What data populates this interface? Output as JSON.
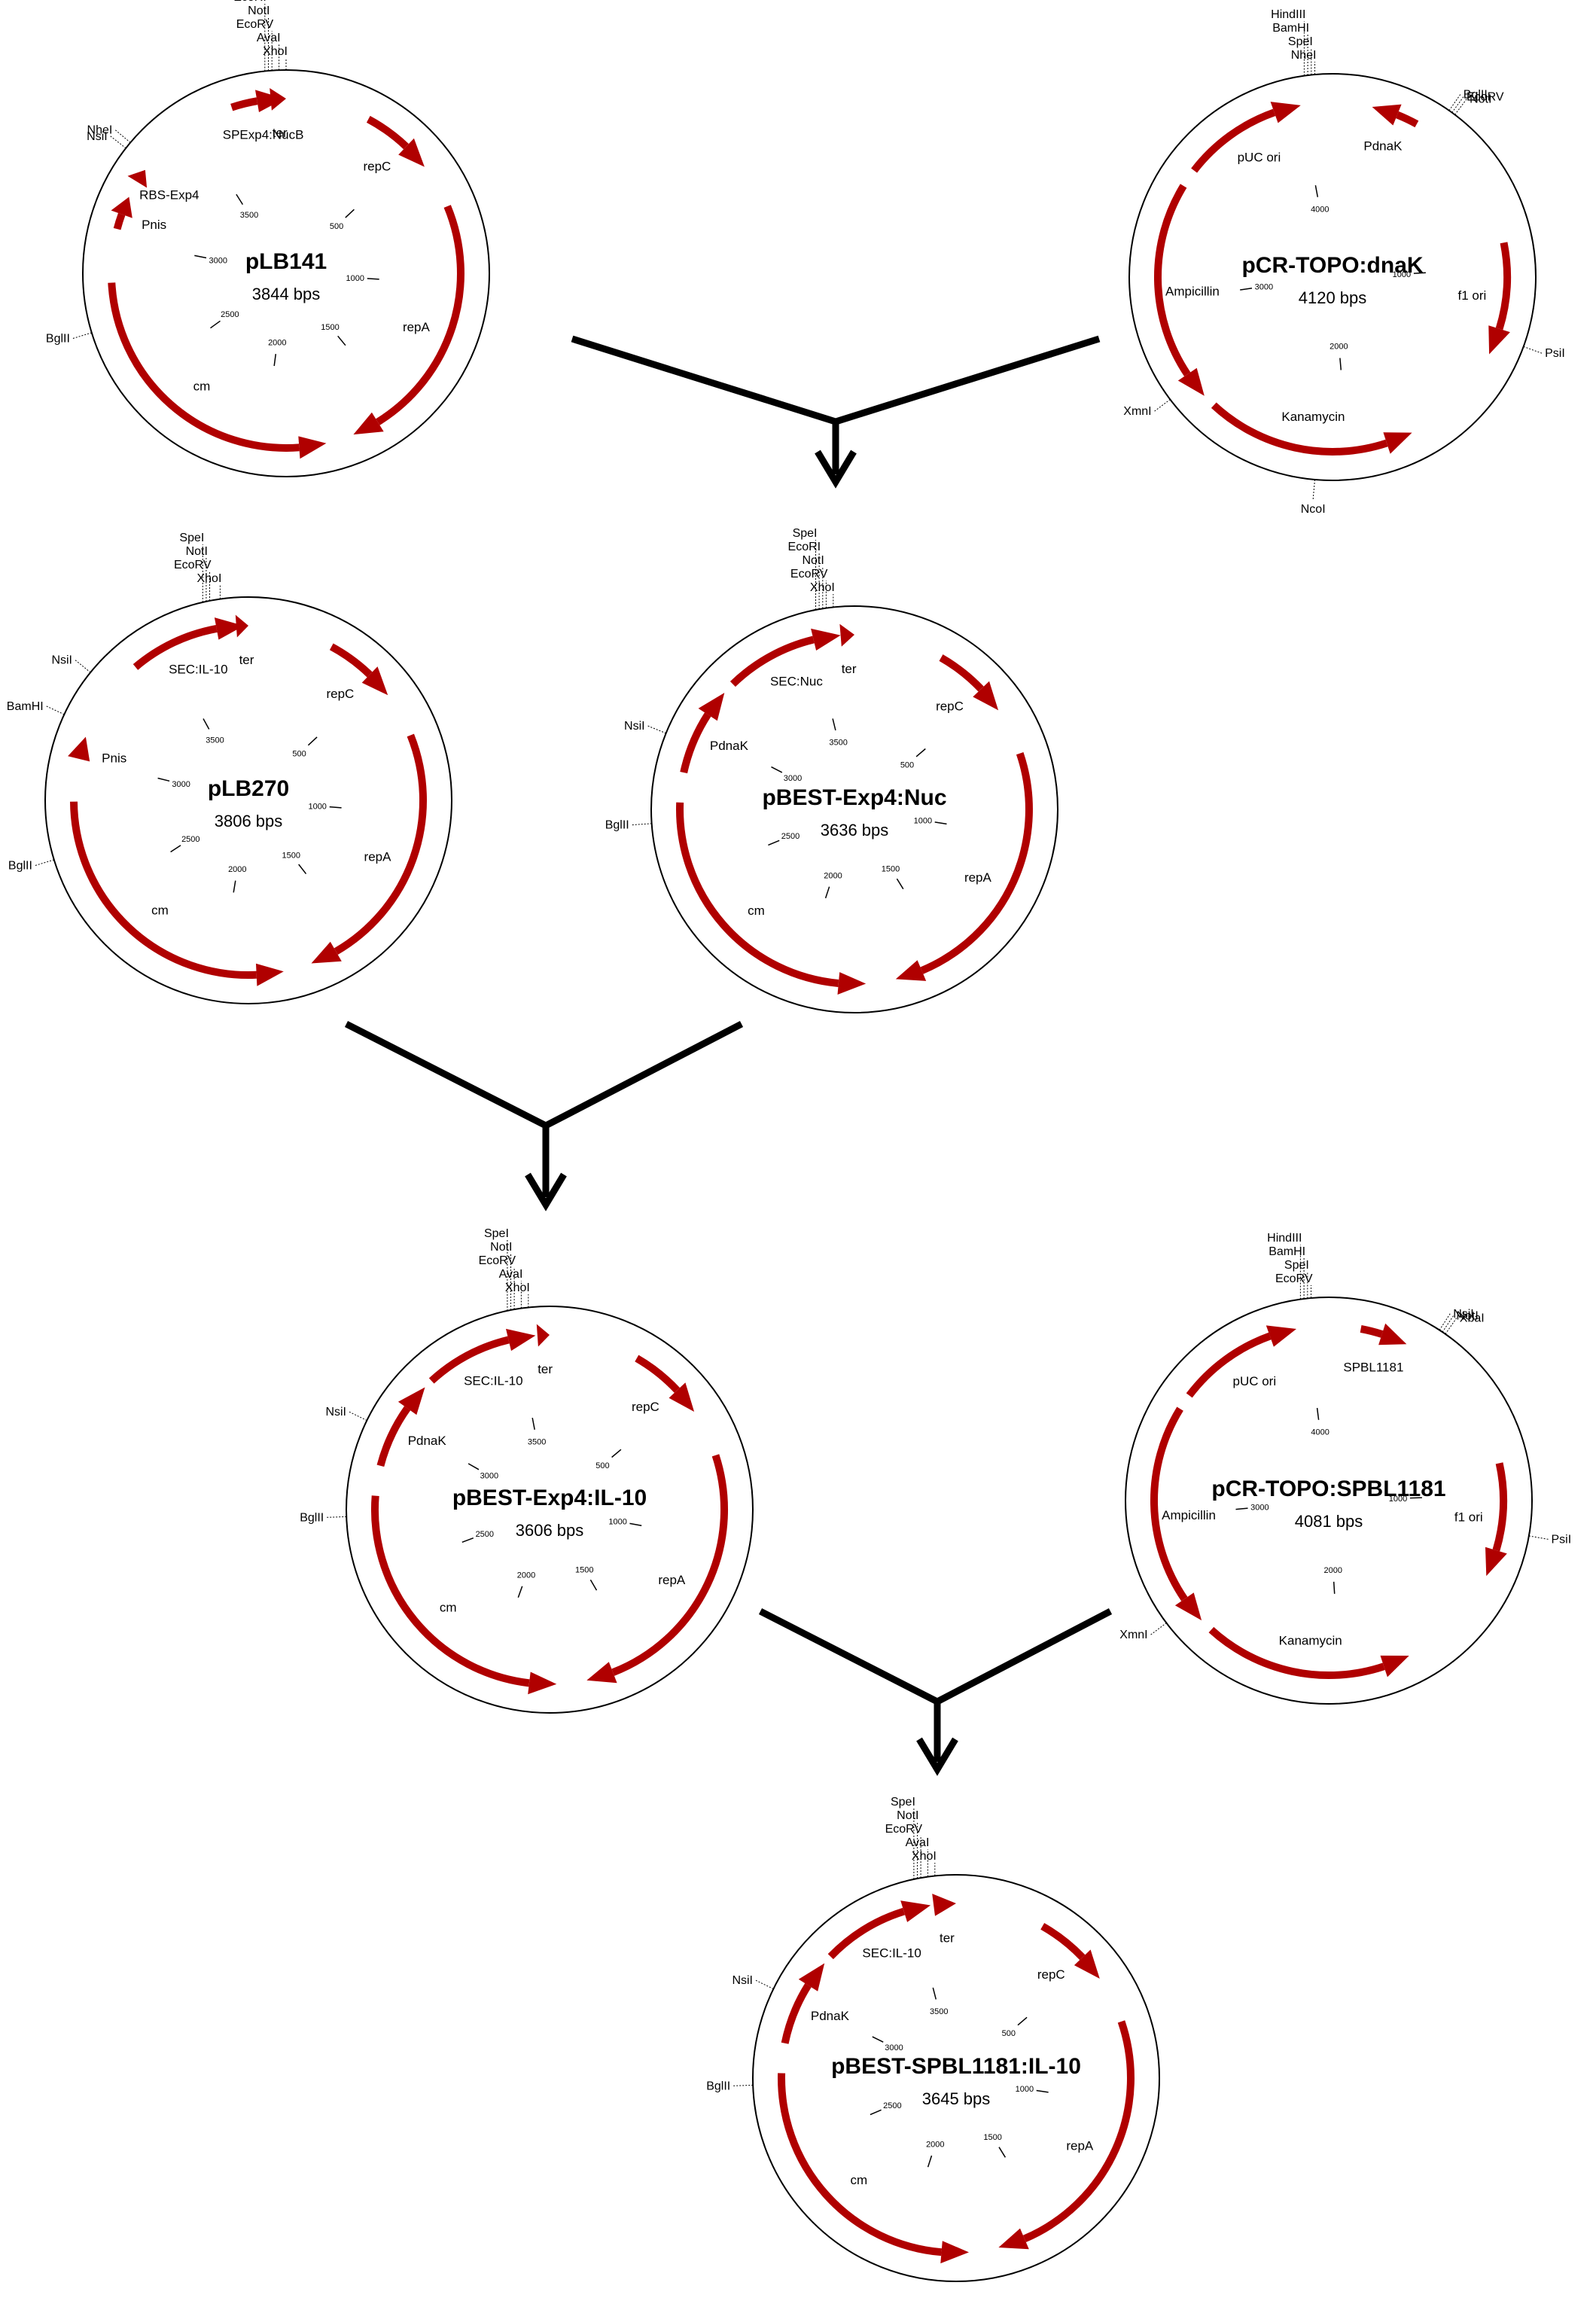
{
  "diagram_title": "",
  "plasmids": [
    {
      "id": "pLB141",
      "name": "pLB141",
      "size": "3844 bps",
      "length": 3844,
      "features": [
        {
          "label": "SPExp4:NucB",
          "start": 3650,
          "end": 3838,
          "dir": 1
        },
        {
          "label": "ter",
          "start": 3790,
          "end": 3844,
          "dir": 1
        },
        {
          "label": "repC",
          "start": 300,
          "end": 560,
          "dir": 1
        },
        {
          "label": "repA",
          "start": 720,
          "end": 1680,
          "dir": 1
        },
        {
          "label": "cm",
          "start": 1780,
          "end": 2850,
          "dir": -1
        },
        {
          "label": "Pnis",
          "start": 3040,
          "end": 3160,
          "dir": 1
        },
        {
          "label": "RBS-Exp4",
          "start": 3220,
          "end": 3270,
          "dir": 1
        }
      ],
      "ticks": [
        "500",
        "1000",
        "1500",
        "2000",
        "2500",
        "3000",
        "3500"
      ],
      "sites": [
        "EcoRI",
        "NotI",
        "EcoRV",
        "AvaI",
        "XhoI",
        "NsiI",
        "NheI",
        "BglII"
      ]
    },
    {
      "id": "pCR-TOPO:dnaK",
      "name": "pCR-TOPO:dnaK",
      "size": "4120 bps",
      "length": 4120,
      "features": [
        {
          "label": "PdnaK",
          "start": 150,
          "end": 330,
          "dir": -1
        },
        {
          "label": "f1 ori",
          "start": 900,
          "end": 1330,
          "dir": 1
        },
        {
          "label": "Kanamycin",
          "start": 1750,
          "end": 2550,
          "dir": -1
        },
        {
          "label": "Ampicillin",
          "start": 2600,
          "end": 3450,
          "dir": -1
        },
        {
          "label": "pUC ori",
          "start": 3520,
          "end": 4000,
          "dir": 1
        }
      ],
      "ticks": [
        "1000",
        "2000",
        "3000",
        "4000"
      ],
      "sites": [
        "HindIII",
        "BamHI",
        "SpeI",
        "NheI",
        "BglII",
        "EcoRV",
        "NotI",
        "PsiI",
        "NcoI",
        "XmnI"
      ]
    },
    {
      "id": "pLB270",
      "name": "pLB270",
      "size": "3806 bps",
      "length": 3806,
      "features": [
        {
          "label": "SEC:IL-10",
          "start": 3380,
          "end": 3790,
          "dir": 1
        },
        {
          "label": "ter",
          "start": 3790,
          "end": 3806,
          "dir": 1
        },
        {
          "label": "repC",
          "start": 300,
          "end": 560,
          "dir": 1
        },
        {
          "label": "repA",
          "start": 720,
          "end": 1680,
          "dir": 1
        },
        {
          "label": "cm",
          "start": 1780,
          "end": 2850,
          "dir": -1
        },
        {
          "label": "Pnis",
          "start": 3000,
          "end": 3080,
          "dir": 1
        }
      ],
      "ticks": [
        "500",
        "1000",
        "1500",
        "2000",
        "2500",
        "3000",
        "3500"
      ],
      "sites": [
        "SpeI",
        "NotI",
        "EcoRV",
        "XhoI",
        "NsiI",
        "BamHI",
        "BglII"
      ]
    },
    {
      "id": "pBEST-Exp4:Nuc",
      "name": "pBEST-Exp4:Nuc",
      "size": "3636 bps",
      "length": 3636,
      "features": [
        {
          "label": "SEC:Nuc",
          "start": 3190,
          "end": 3590,
          "dir": 1
        },
        {
          "label": "ter",
          "start": 3590,
          "end": 3636,
          "dir": 1
        },
        {
          "label": "repC",
          "start": 300,
          "end": 560,
          "dir": 1
        },
        {
          "label": "repA",
          "start": 720,
          "end": 1680,
          "dir": 1
        },
        {
          "label": "cm",
          "start": 1780,
          "end": 2750,
          "dir": -1
        },
        {
          "label": "PdnaK",
          "start": 2850,
          "end": 3150,
          "dir": 1
        }
      ],
      "ticks": [
        "500",
        "1000",
        "1500",
        "2000",
        "2500",
        "3000",
        "3500"
      ],
      "sites": [
        "SpeI",
        "EcoRI",
        "NotI",
        "EcoRV",
        "XhoI",
        "NsiI",
        "BglII"
      ]
    },
    {
      "id": "pBEST-Exp4:IL-10",
      "name": "pBEST-Exp4:IL-10",
      "size": "3606 bps",
      "length": 3606,
      "features": [
        {
          "label": "SEC:IL-10",
          "start": 3180,
          "end": 3560,
          "dir": 1
        },
        {
          "label": "ter",
          "start": 3570,
          "end": 3606,
          "dir": 1
        },
        {
          "label": "repC",
          "start": 300,
          "end": 560,
          "dir": 1
        },
        {
          "label": "repA",
          "start": 720,
          "end": 1680,
          "dir": 1
        },
        {
          "label": "cm",
          "start": 1780,
          "end": 2750,
          "dir": -1
        },
        {
          "label": "PdnaK",
          "start": 2850,
          "end": 3150,
          "dir": 1
        }
      ],
      "ticks": [
        "500",
        "1000",
        "1500",
        "2000",
        "2500",
        "3000",
        "3500"
      ],
      "sites": [
        "SpeI",
        "NotI",
        "EcoRV",
        "AvaI",
        "XhoI",
        "NsiI",
        "BglII"
      ]
    },
    {
      "id": "pCR-TOPO:SPBL1181",
      "name": "pCR-TOPO:SPBL1181",
      "size": "4081 bps",
      "length": 4081,
      "features": [
        {
          "label": "SPBL1181",
          "start": 120,
          "end": 300,
          "dir": 1
        },
        {
          "label": "f1 ori",
          "start": 880,
          "end": 1310,
          "dir": 1
        },
        {
          "label": "Kanamycin",
          "start": 1730,
          "end": 2520,
          "dir": -1
        },
        {
          "label": "Ampicillin",
          "start": 2570,
          "end": 3420,
          "dir": -1
        },
        {
          "label": "pUC ori",
          "start": 3480,
          "end": 3960,
          "dir": 1
        }
      ],
      "ticks": [
        "1000",
        "2000",
        "3000",
        "4000"
      ],
      "sites": [
        "HindIII",
        "BamHI",
        "SpeI",
        "EcoRV",
        "NsiI",
        "NotI",
        "XbaI",
        "PsiI",
        "XmnI"
      ]
    },
    {
      "id": "pBEST-SPBL1181:IL-10",
      "name": "pBEST-SPBL1181:IL-10",
      "size": "3645 bps",
      "length": 3645,
      "features": [
        {
          "label": "SEC:IL-10",
          "start": 3180,
          "end": 3560,
          "dir": 1
        },
        {
          "label": "ter",
          "start": 3570,
          "end": 3645,
          "dir": 1
        },
        {
          "label": "repC",
          "start": 300,
          "end": 560,
          "dir": 1
        },
        {
          "label": "repA",
          "start": 720,
          "end": 1680,
          "dir": 1
        },
        {
          "label": "cm",
          "start": 1780,
          "end": 2750,
          "dir": -1
        },
        {
          "label": "PdnaK",
          "start": 2850,
          "end": 3150,
          "dir": 1
        }
      ],
      "ticks": [
        "500",
        "1000",
        "1500",
        "2000",
        "2500",
        "3000",
        "3500"
      ],
      "sites": [
        "SpeI",
        "NotI",
        "EcoRV",
        "AvaI",
        "XhoI",
        "NsiI",
        "BglII"
      ]
    }
  ],
  "colors": {
    "feature": "#b00000",
    "ring": "#000000",
    "arrow": "#000000"
  }
}
